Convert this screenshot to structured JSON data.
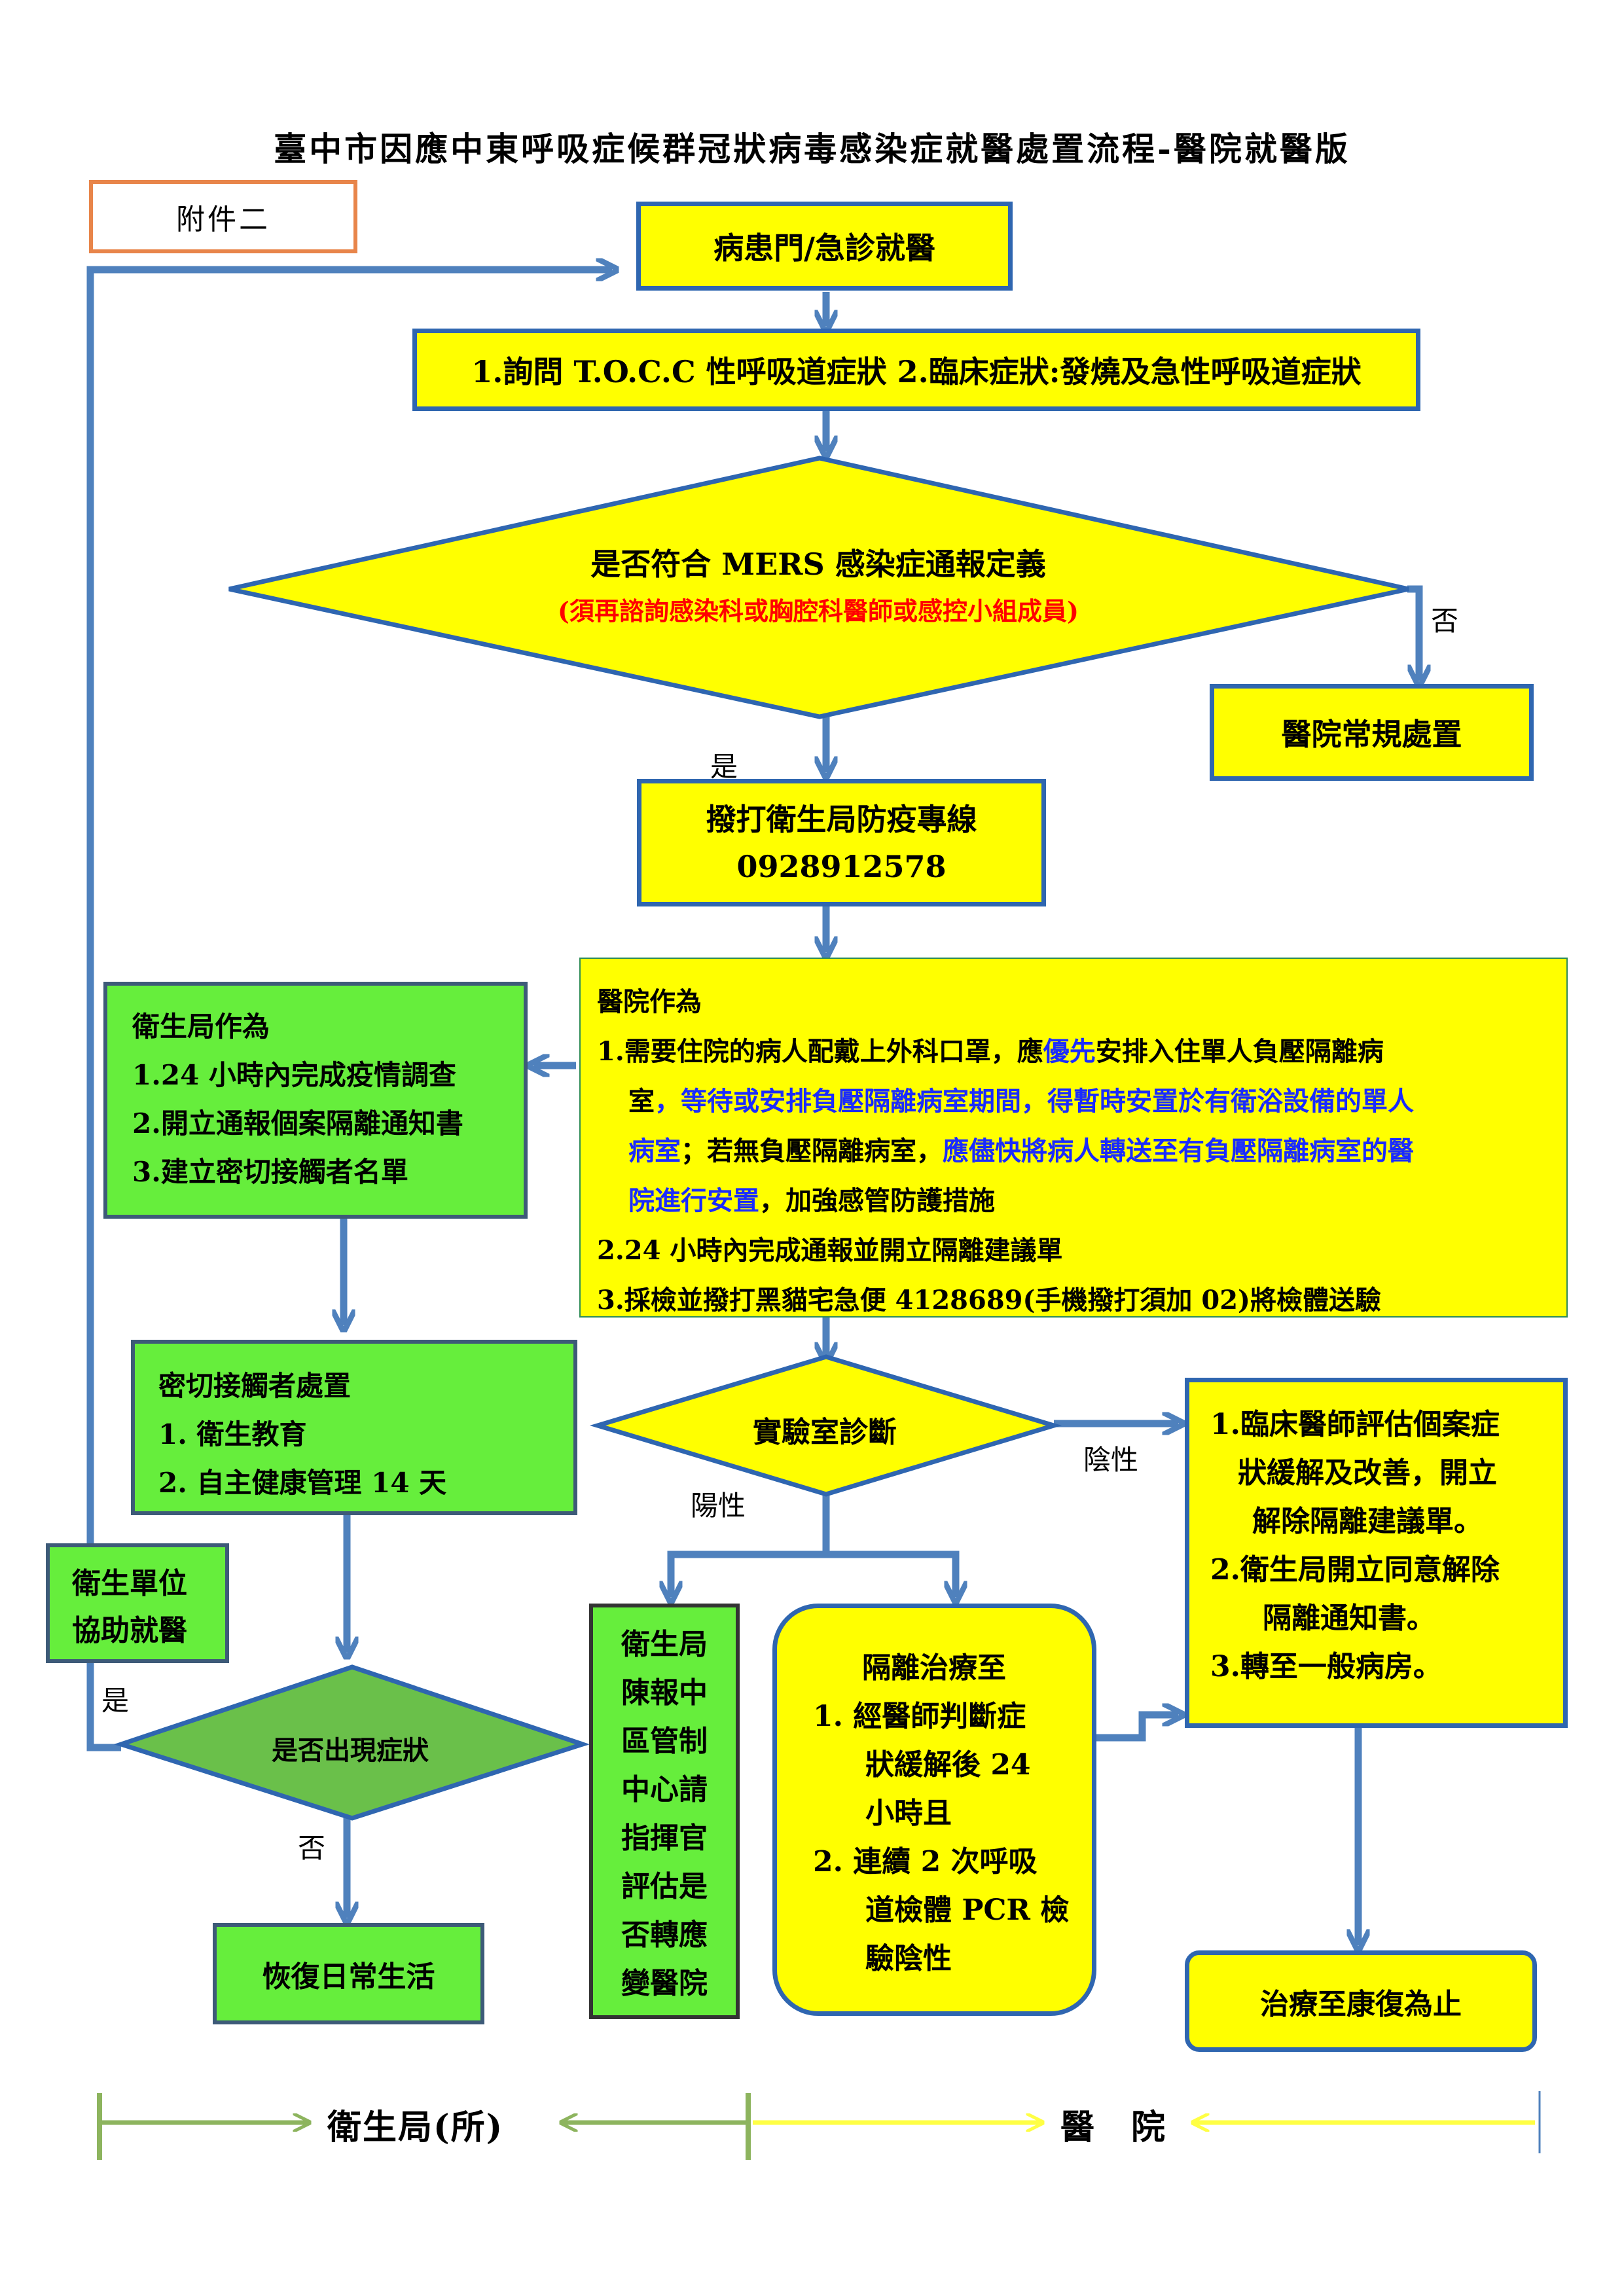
{
  "title": "臺中市因應中東呼吸症候群冠狀病毒感染症就醫處置流程-醫院就醫版",
  "annex": "附件二",
  "nodes": {
    "visit": "病患門/急診就醫",
    "inquiry": "1.詢問 T.O.C.C 性呼吸道症狀 2.臨床症狀:發燒及急性呼吸道症狀",
    "mers_question": "是否符合 MERS 感染症通報定義",
    "mers_note": "(須再諮詢感染科或胸腔科醫師或感控小組成員)",
    "routine": "醫院常規處置",
    "hotline_title": "撥打衛生局防疫專線",
    "hotline_number": "0928912578",
    "hospital_action": {
      "heading": "醫院作為",
      "item1_a": "1.需要住院的病人配戴上外科口罩，應",
      "item1_b": "優先",
      "item1_c": "安排入住單人負壓隔離病",
      "item1_d": "室",
      "item1_e": "，等待或安排負壓隔離病室期間，得暫時安置於有衛浴設備的單人",
      "item1_f": "病室",
      "item1_g": "；若無負壓隔離病室，",
      "item1_h": "應儘快將病人轉送至有負壓隔離病室的醫",
      "item1_i": "院進行安置",
      "item1_j": "，加強感管防護措施",
      "item2": "2.24 小時內完成通報並開立隔離建議單",
      "item3": "3.採檢並撥打黑貓宅急便 4128689(手機撥打須加 02)將檢體送驗"
    },
    "health_bureau_action": {
      "heading": "衛生局作為",
      "item1": "1.24 小時內完成疫情調查",
      "item2": "2.開立通報個案隔離通知書",
      "item3": "3.建立密切接觸者名單"
    },
    "contact_handling": {
      "heading": "密切接觸者處置",
      "item1": "1.  衛生教育",
      "item2": "2.  自主健康管理 14 天"
    },
    "lab_diagnosis": "實驗室診斷",
    "negative_box": {
      "item1_a": "1.臨床醫師評估個案症",
      "item1_b": "狀緩解及改善，開立",
      "item1_c": "解除隔離建議單。",
      "item2_a": "2.衛生局開立同意解除",
      "item2_b": "隔離通知書。",
      "item3": "3.轉至一般病房。"
    },
    "health_unit": [
      "衛生單位",
      "協助就醫"
    ],
    "symptom_question": "是否出現症狀",
    "resume_life": "恢復日常生活",
    "report_center": [
      "衛生局",
      "陳報中",
      "區管制",
      "中心請",
      "指揮官",
      "評估是",
      "否轉應",
      "變醫院"
    ],
    "isolation_treatment": {
      "heading": "隔離治療至",
      "item1_a": "1.  經醫師判斷症",
      "item1_b": "狀緩解後 24",
      "item1_c": "小時且",
      "item2_a": "2.  連續 2 次呼吸",
      "item2_b": "道檢體 PCR 檢",
      "item2_c": "驗陰性"
    },
    "treat_until_recovery": "治療至康復為止"
  },
  "edge_labels": {
    "no_mers": "否",
    "yes_mers": "是",
    "negative": "陰性",
    "positive": "陽性",
    "yes_symptom": "是",
    "no_symptom": "否"
  },
  "footer": {
    "health_bureau": "衛生局(所)",
    "hospital": "醫　院"
  },
  "colors": {
    "yellow": "#ffff00",
    "green": "#66ee3c",
    "arrow_blue": "#4f81bd",
    "border_blue": "#2f66b0",
    "footer_green": "#8db45e",
    "footer_yellow": "#ffff44"
  }
}
